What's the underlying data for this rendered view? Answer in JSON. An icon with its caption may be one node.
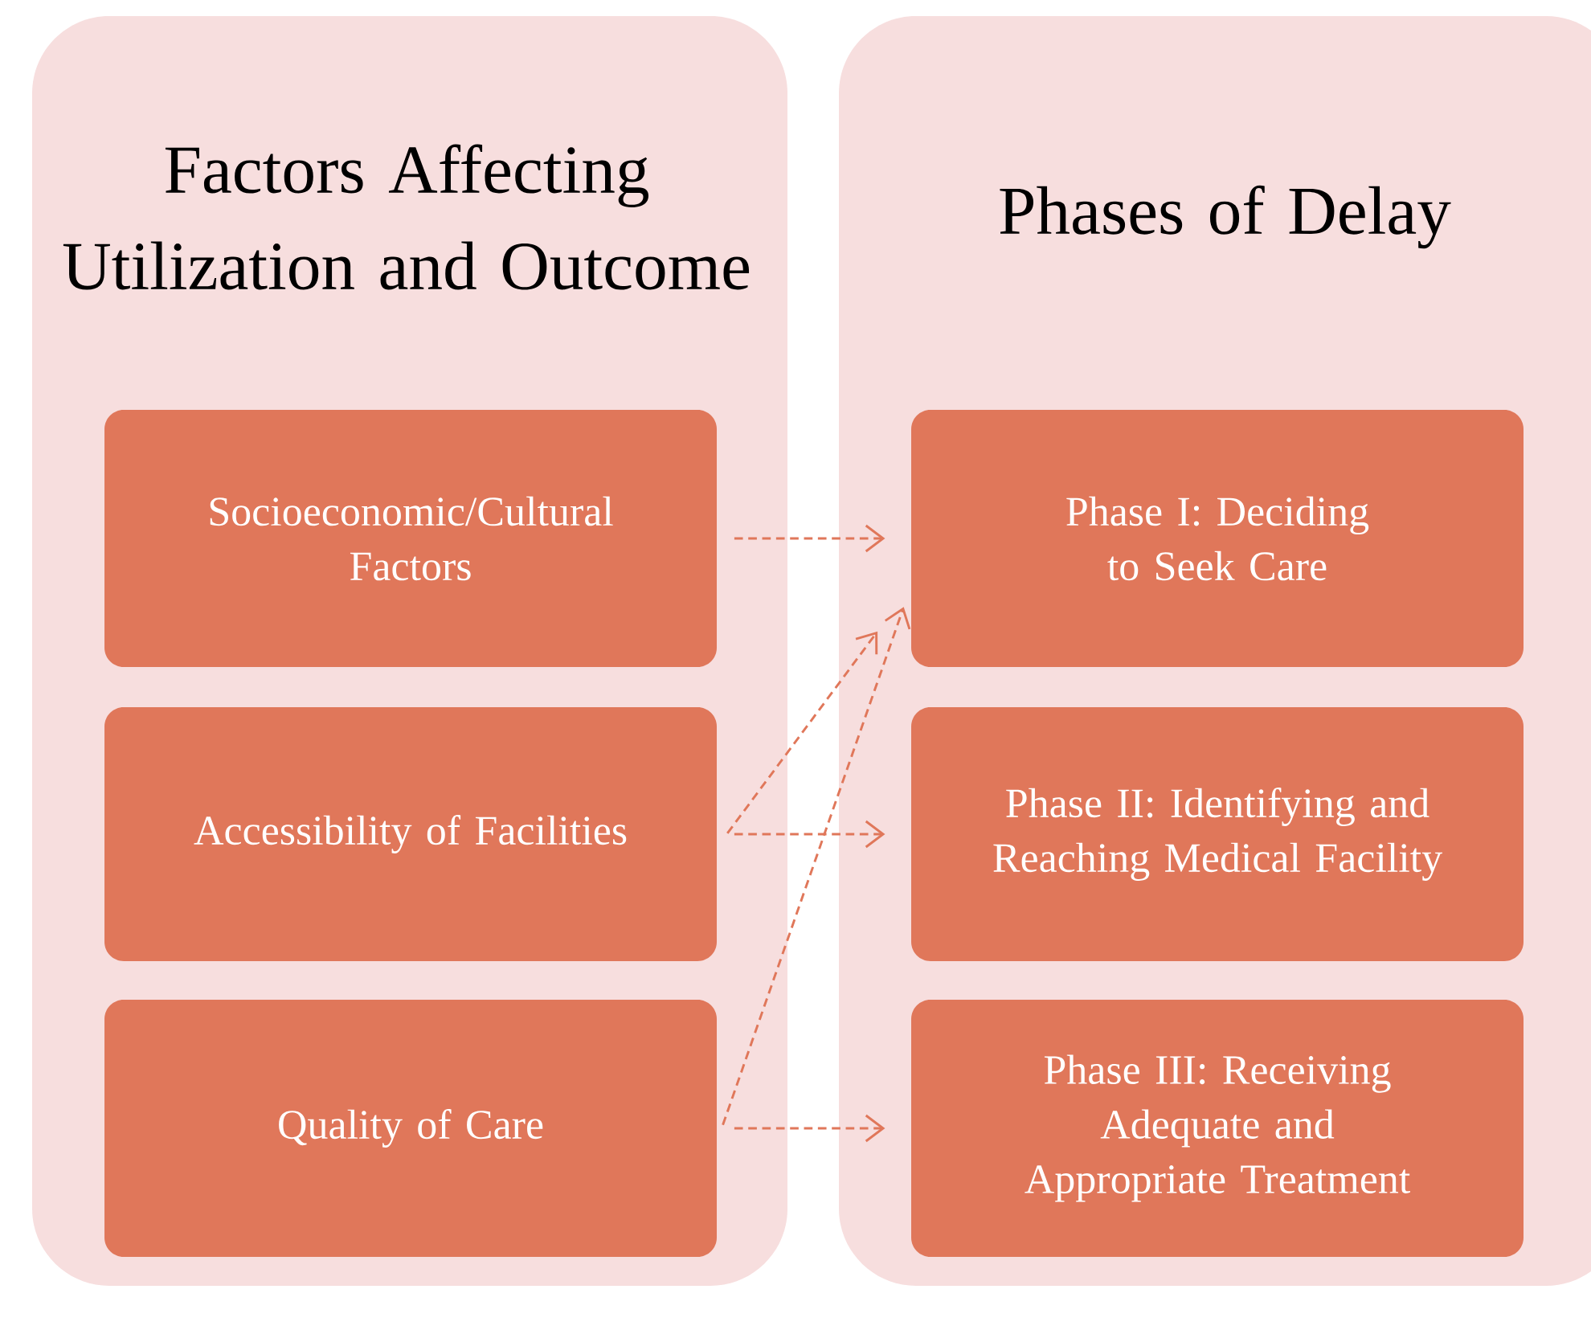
{
  "diagram": {
    "nodes": [
      {
        "text": [
          "Factors Affecting Utilization and Outcome"
        ]
      },
      {
        "text": [
          "Phases of Delay"
        ]
      },
      {
        "text": [
          "Socioeconomic/Cultural Factors"
        ],
        "in": 0
      },
      {
        "text": [
          "Accessibility of Facilities"
        ],
        "in": 0
      },
      {
        "text": [
          "Quality of Care"
        ],
        "in": 0
      },
      {
        "text": [
          "Phase I: Deciding to Seek Care"
        ],
        "in": 1
      },
      {
        "text": [
          "Phase II: Identifying and Reaching Medical Facility"
        ],
        "in": 1
      },
      {
        "text": [
          "Phase III: Receiving Adequate and Appropriate Treatment"
        ],
        "in": 1
      }
    ],
    "edges": [
      {
        "from": 2,
        "to": 5,
        "arrow": "to",
        "style": "dashed"
      },
      {
        "from": 3,
        "to": 5,
        "arrow": "to",
        "style": "dashed"
      },
      {
        "from": 3,
        "to": 6,
        "arrow": "to",
        "style": "dashed"
      },
      {
        "from": 4,
        "to": 5,
        "arrow": "to",
        "style": "dashed"
      },
      {
        "from": 4,
        "to": 7,
        "arrow": "to",
        "style": "dashed"
      }
    ]
  }
}
